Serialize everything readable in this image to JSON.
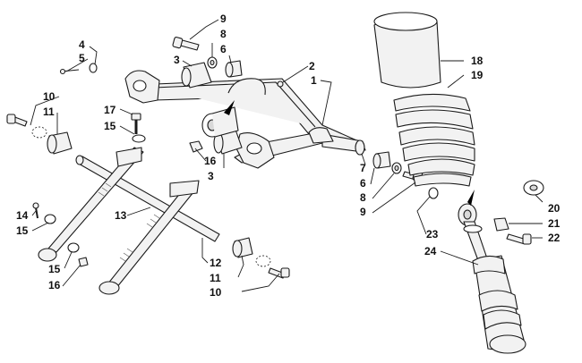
{
  "callouts": {
    "c1": "1",
    "c2": "2",
    "c3a": "3",
    "c3b": "3",
    "c4": "4",
    "c5": "5",
    "c6a": "6",
    "c6b": "6",
    "c7": "7",
    "c8a": "8",
    "c8b": "8",
    "c9a": "9",
    "c9b": "9",
    "c10a": "10",
    "c10b": "10",
    "c11a": "11",
    "c11b": "11",
    "c12": "12",
    "c13": "13",
    "c14": "14",
    "c15a": "15",
    "c15b": "15",
    "c15c": "15",
    "c16a": "16",
    "c16b": "16",
    "c17": "17",
    "c18": "18",
    "c19": "19",
    "c20": "20",
    "c21": "21",
    "c22": "22",
    "c23": "23",
    "c24": "24"
  }
}
